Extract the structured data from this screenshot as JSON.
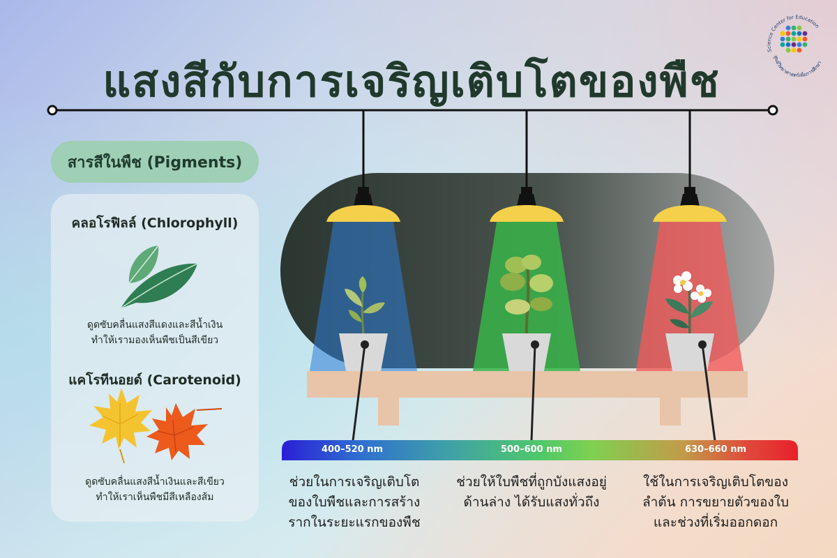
{
  "title": "แสงสีกับการเจริญเติบโตของพืช",
  "logo": {
    "text_en": "Science Center for Education",
    "text_th": "ศูนย์วิทยาศาสตร์เพื่อการศึกษา",
    "dot_colors": [
      "#3a7bd5",
      "#2bb673",
      "#8cc63f",
      "#f7c600",
      "#f15a24",
      "#00a99d",
      "#1b75bc",
      "#662d91"
    ]
  },
  "pigments": {
    "heading": "สารสีในพืช (Pigments)",
    "items": [
      {
        "name": "คลอโรฟิลล์ (Chlorophyll)",
        "desc_line1": "ดูดซับคลื่นแสงสีแดงและสีน้ำเงิน",
        "desc_line2": "ทำให้เรามองเห็นพืชเป็นสีเขียว",
        "icon": "green-leaves-icon"
      },
      {
        "name": "แคโรทีนอยด์ (Carotenoid)",
        "desc_line1": "ดูดซับคลื่นแสงสีน้ำเงินและสีเขียว",
        "desc_line2": "ทำให้เราเห็นพืชมีสีเหลืองส้ม",
        "icon": "maple-leaves-icon"
      }
    ]
  },
  "lights": [
    {
      "band": "400–520 nm",
      "color": "#2e7bd6",
      "caption": [
        "ช่วยในการเจริญเติบโต",
        "ของใบพืชและการสร้าง",
        "รากในระยะแรกของพืช"
      ]
    },
    {
      "band": "500–600 nm",
      "color": "#38b449",
      "caption": [
        "ช่วยให้ใบพืชที่ถูกบังแสงอยู่",
        "ด้านล่าง ได้รับแสงทั่วถึง"
      ]
    },
    {
      "band": "630–660 nm",
      "color": "#f05a5a",
      "caption": [
        "ใช้ในการเจริญเติบโตของ",
        "ลำต้น การขยายตัวของใบ",
        "และช่วงที่เริ่มออกดอก"
      ]
    }
  ],
  "colors": {
    "title": "#20392c",
    "lamp_shade": "#f5d04a",
    "shelf": "#e8c4a8",
    "pot": "#d9d9d9",
    "dark_panel": "#2f3a33",
    "spectrum": [
      "#2a1fd6",
      "#2f6fd0",
      "#3fa0a8",
      "#4fc86a",
      "#7fd050",
      "#c39a4a",
      "#e04a3a",
      "#e8202a"
    ]
  }
}
